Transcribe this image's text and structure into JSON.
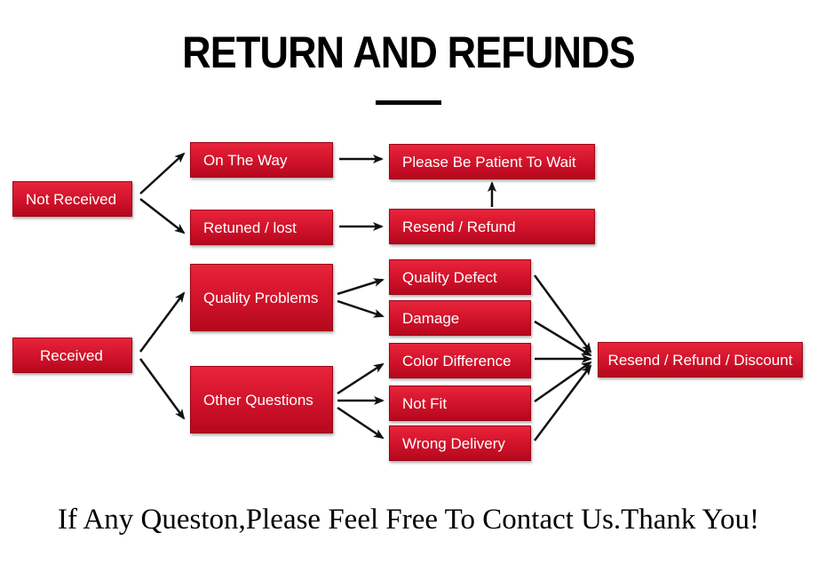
{
  "title": "RETURN AND REFUNDS",
  "nodes": {
    "not_received": "Not Received",
    "on_the_way": "On The Way",
    "returned_lost": "Retuned / lost",
    "please_wait": "Please Be Patient To Wait",
    "resend_refund": "Resend / Refund",
    "received": "Received",
    "quality_problems": "Quality Problems",
    "other_questions": "Other Questions",
    "quality_defect": "Quality Defect",
    "damage": "Damage",
    "color_difference": "Color Difference",
    "not_fit": "Not Fit",
    "wrong_delivery": "Wrong Delivery",
    "resend_refund_discount": "Resend / Refund / Discount"
  },
  "footer": "If Any Queston,Please Feel Free To Contact Us.Thank You!",
  "colors": {
    "box": "#d0122a",
    "text": "#ffffff",
    "arrow": "#111111"
  }
}
